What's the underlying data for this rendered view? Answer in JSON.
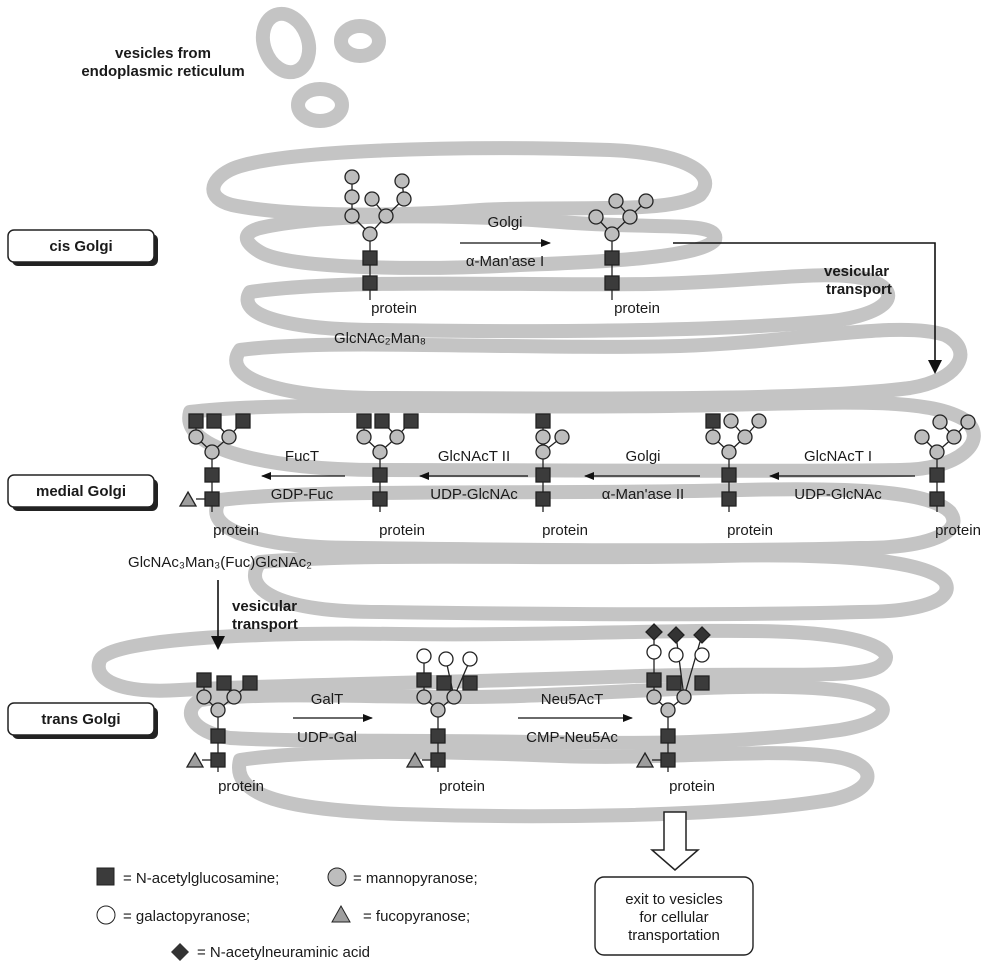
{
  "header": {
    "vesicles_line1": "vesicles from",
    "vesicles_line2": "endoplasmic reticulum"
  },
  "zones": {
    "cis": "cis Golgi",
    "medial": "medial Golgi",
    "trans": "trans Golgi"
  },
  "labels": {
    "protein": "protein",
    "man8": "GlcNAc₂Man₈",
    "medial_product": "GlcNAc₃Man₃(Fuc)GlcNAc₂",
    "vt_cis_1": "vesicular",
    "vt_cis_2": "transport",
    "vt_med_1": "vesicular",
    "vt_med_2": "transport"
  },
  "reactions": {
    "cis_top": "Golgi",
    "cis_bottom": "α-Man'ase I",
    "gnt1_top": "GlcNAcT I",
    "gnt1_bottom": "UDP-GlcNAc",
    "man2_top": "Golgi",
    "man2_bottom": "α-Man'ase II",
    "gnt2_top": "GlcNAcT II",
    "gnt2_bottom": "UDP-GlcNAc",
    "fuct_top": "FucT",
    "fuct_bottom": "GDP-Fuc",
    "galt_top": "GalT",
    "galt_bottom": "UDP-Gal",
    "neu_top": "Neu5AcT",
    "neu_bottom": "CMP-Neu5Ac"
  },
  "legend": {
    "glcnac": "= N-acetylglucosamine;",
    "mannose": "= mannopyranose;",
    "galactose": "= galactopyranose;",
    "fucose": "= fucopyranose;",
    "neu5ac": "= N-acetylneuraminic acid"
  },
  "exit_box": {
    "line1": "exit to vesicles",
    "line2": "for cellular",
    "line3": "transportation"
  },
  "colors": {
    "golgi_membrane": "#c4c4c4",
    "glcnac": "#3b3b3b",
    "mannose": "#bdbdbd",
    "galactose": "#ffffff",
    "fucose": "#9e9e9e",
    "neu5ac": "#333333"
  }
}
